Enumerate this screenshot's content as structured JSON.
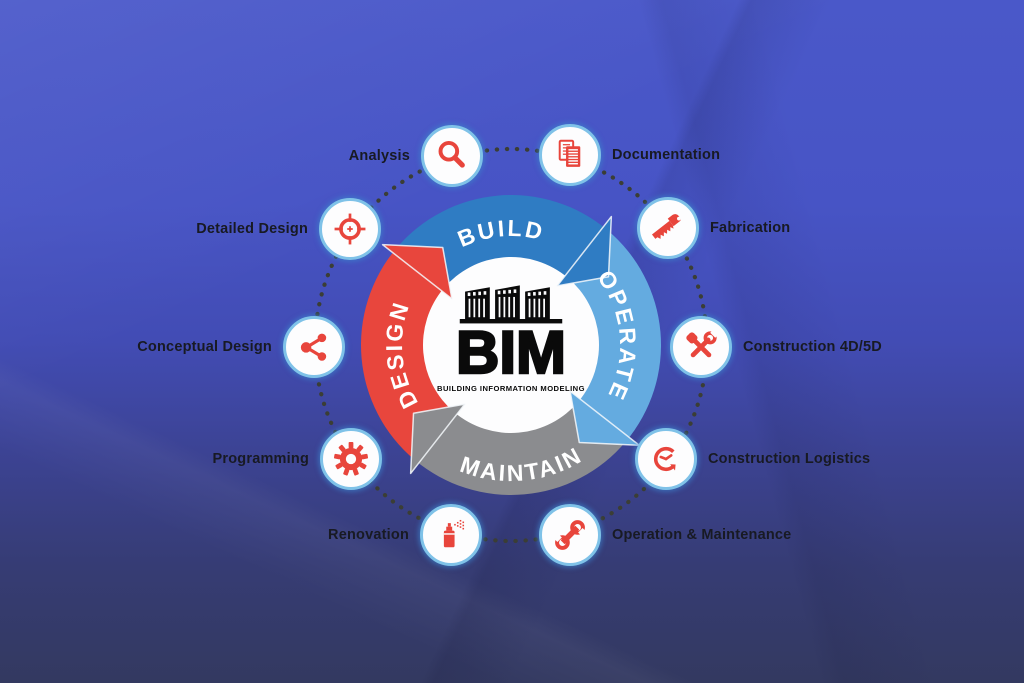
{
  "logo": {
    "text": "BIM",
    "subtitle": "BUILDING INFORMATION MODELING",
    "icon": "buildings-icon"
  },
  "segments": [
    {
      "label": "BUILD",
      "color": "#2f7cc3"
    },
    {
      "label": "OPERATE",
      "color": "#64abe0"
    },
    {
      "label": "MAINTAIN",
      "color": "#8b8c8f"
    },
    {
      "label": "DESIGN",
      "color": "#e8463d"
    }
  ],
  "nodes": [
    {
      "label": "Analysis",
      "icon": "magnifier-icon"
    },
    {
      "label": "Documentation",
      "icon": "documents-icon"
    },
    {
      "label": "Detailed Design",
      "icon": "crosshair-icon"
    },
    {
      "label": "Fabrication",
      "icon": "saw-icon"
    },
    {
      "label": "Conceptual Design",
      "icon": "share-icon"
    },
    {
      "label": "Construction 4D/5D",
      "icon": "crossed-tools-icon"
    },
    {
      "label": "Programming",
      "icon": "gear-icon"
    },
    {
      "label": "Construction Logistics",
      "icon": "clock-arrow-icon"
    },
    {
      "label": "Renovation",
      "icon": "spray-can-icon"
    },
    {
      "label": "Operation & Maintenance",
      "icon": "wrench-icon"
    }
  ],
  "colors": {
    "icon": "#e8453c",
    "label": "#181a23",
    "arc_text": "#ffffff",
    "dots": "#3b3e35",
    "node_ring": "#7fc2e8",
    "background_top": "#4a58c9",
    "background_bottom": "#333960"
  }
}
